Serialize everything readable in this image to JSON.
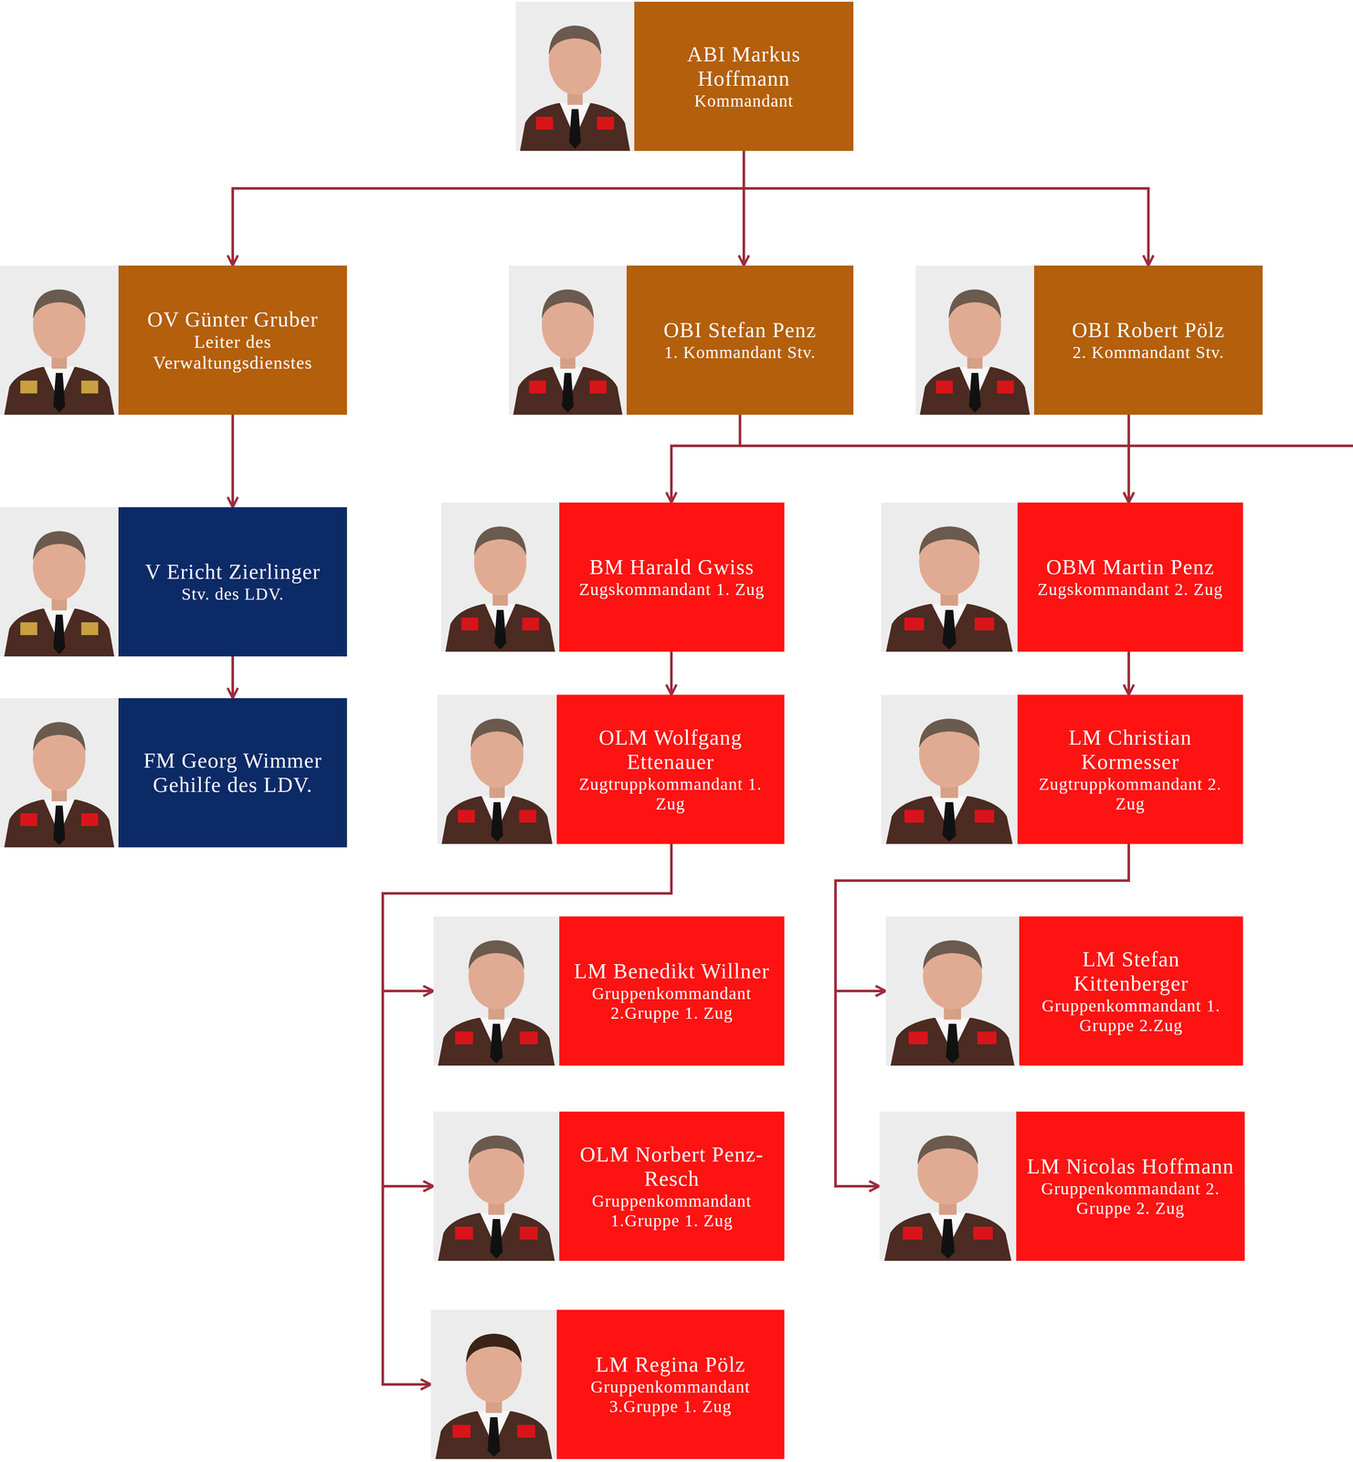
{
  "diagram": {
    "nodes": [
      {
        "text": [
          "ABI Markus Hoffmann",
          "Kommandant"
        ]
      },
      {
        "text": [
          "OV Günter Gruber",
          "Leiter des Verwaltungsdienstes"
        ]
      },
      {
        "text": [
          "OBI Stefan Penz",
          "1. Kommandant Stv."
        ]
      },
      {
        "text": [
          "OBI Robert Pölz",
          "2. Kommandant Stv."
        ]
      },
      {
        "text": [
          "V Ericht Zierlinger",
          "Stv. des LDV."
        ]
      },
      {
        "text": [
          "BM Harald Gwiss",
          "Zugskommandant 1. Zug"
        ]
      },
      {
        "text": [
          "OBM Martin Penz",
          "Zugskommandant 2. Zug"
        ]
      },
      {
        "text": [
          "FM Georg Wimmer",
          "Gehilfe des LDV."
        ]
      },
      {
        "text": [
          "OLM Wolfgang Ettenauer",
          "Zugtruppkommandant 1. Zug"
        ]
      },
      {
        "text": [
          "LM Christian Kormesser",
          "Zugtruppkommandant 2. Zug"
        ]
      },
      {
        "text": [
          "LM Benedikt Willner",
          "Gruppenkommandant 2.Gruppe 1. Zug"
        ]
      },
      {
        "text": [
          "LM Stefan Kittenberger",
          "Gruppenkommandant 1. Gruppe 2.Zug"
        ]
      },
      {
        "text": [
          "OLM Norbert Penz-Resch",
          "Gruppenkommandant 1.Gruppe 1. Zug"
        ]
      },
      {
        "text": [
          "LM Nicolas Hoffmann",
          "Gruppenkommandant 2. Gruppe 2. Zug"
        ]
      },
      {
        "text": [
          "LM Regina Pölz",
          "Gruppenkommandant 3.Gruppe 1. Zug"
        ]
      }
    ],
    "edges": [
      {
        "from": 0,
        "to": 1,
        "arrow": "to"
      },
      {
        "from": 0,
        "to": 2,
        "arrow": "to"
      },
      {
        "from": 0,
        "to": 3,
        "arrow": "to"
      },
      {
        "from": 1,
        "to": 4,
        "arrow": "to"
      },
      {
        "from": 4,
        "to": 7,
        "arrow": "to"
      },
      {
        "from": 2,
        "to": 5,
        "arrow": "to"
      },
      {
        "from": 2,
        "to": 6,
        "arrow": "to"
      },
      {
        "from": 3,
        "to": 6,
        "arrow": "to"
      },
      {
        "from": 5,
        "to": 8,
        "arrow": "to"
      },
      {
        "from": 6,
        "to": 9,
        "arrow": "to"
      },
      {
        "from": 8,
        "to": 10,
        "arrow": "to"
      },
      {
        "from": 8,
        "to": 12,
        "arrow": "to"
      },
      {
        "from": 8,
        "to": 14,
        "arrow": "to"
      },
      {
        "from": 9,
        "to": 11,
        "arrow": "to"
      },
      {
        "from": 9,
        "to": 13,
        "arrow": "to"
      }
    ]
  }
}
